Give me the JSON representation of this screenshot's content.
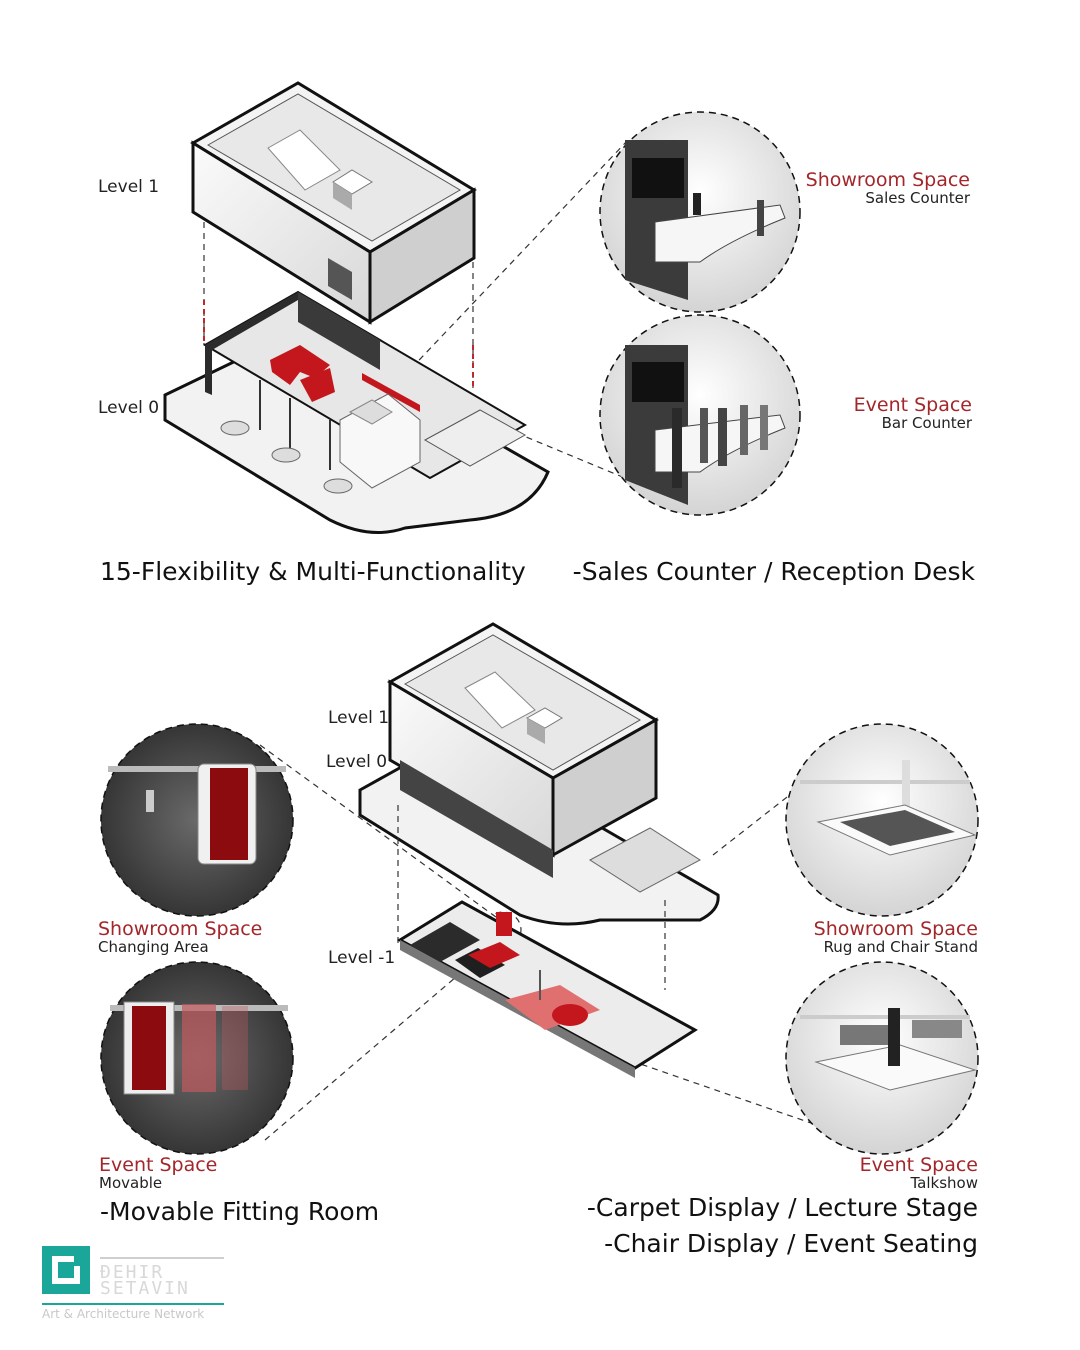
{
  "top": {
    "level1": "Level 1",
    "level0": "Level 0",
    "circle1_title": "Showroom Space",
    "circle1_sub": "Sales Counter",
    "circle2_title": "Event Space",
    "circle2_sub": "Bar Counter",
    "caption_left": "15-Flexibility & Multi-Functionality",
    "caption_right": "-Sales Counter / Reception Desk"
  },
  "bottom": {
    "level1": "Level 1",
    "level0": "Level 0",
    "levelm1": "Level -1",
    "left1_title": "Showroom Space",
    "left1_sub": "Changing Area",
    "left2_title": "Event Space",
    "left2_sub": "Movable",
    "right1_title": "Showroom Space",
    "right1_sub": "Rug and Chair Stand",
    "right2_title": "Event Space",
    "right2_sub": "Talkshow",
    "caption_left": "-Movable Fitting Room",
    "caption_right_1": "-Carpet Display / Lecture Stage",
    "caption_right_2": "-Chair Display  /   Event Seating"
  },
  "logo": {
    "tagline": "Art & Architecture Network",
    "wordmark_1": "ÐEHIR",
    "wordmark_2": "SETAVIN"
  },
  "colors": {
    "accent_red": "#a3262a",
    "logo_teal": "#1aa79a"
  }
}
